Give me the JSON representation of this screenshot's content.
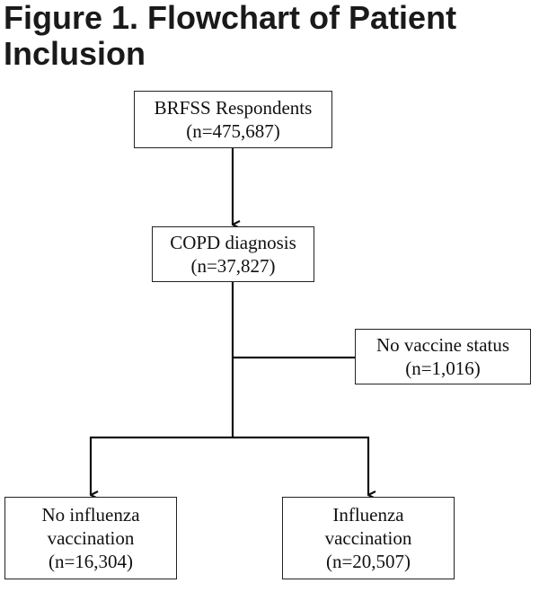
{
  "title": {
    "line1": "Figure 1. Flowchart of Patient",
    "line2": "Inclusion"
  },
  "nodes": {
    "respondents": {
      "label": "BRFSS Respondents",
      "count": "(n=475,687)"
    },
    "copd": {
      "label": "COPD diagnosis",
      "count": "(n=37,827)"
    },
    "no_vaccine_status": {
      "label": "No vaccine status",
      "count": "(n=1,016)"
    },
    "no_influenza": {
      "line1": "No influenza",
      "line2": "vaccination",
      "count": "(n=16,304)"
    },
    "influenza": {
      "line1": "Influenza",
      "line2": "vaccination",
      "count": "(n=20,507)"
    }
  },
  "colors": {
    "line": "#111111",
    "border": "#222222",
    "text": "#111111"
  }
}
